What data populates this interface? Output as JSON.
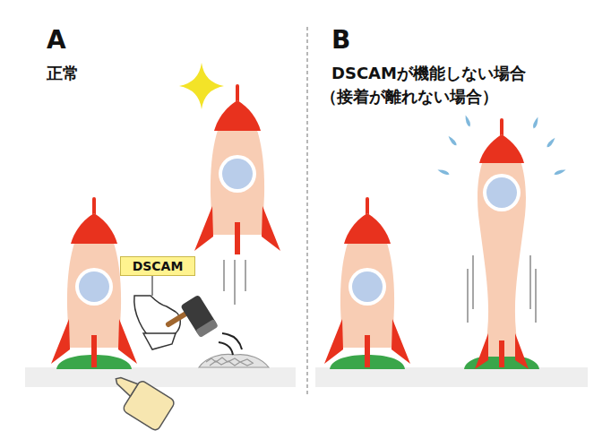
{
  "diagram": {
    "nodes": [
      {
        "text": [
          "DSCAM"
        ]
      }
    ],
    "labels": [
      "A",
      "正常",
      "B",
      "DSCAMが機能しない場合",
      "（接着が離れない場合）"
    ]
  }
}
